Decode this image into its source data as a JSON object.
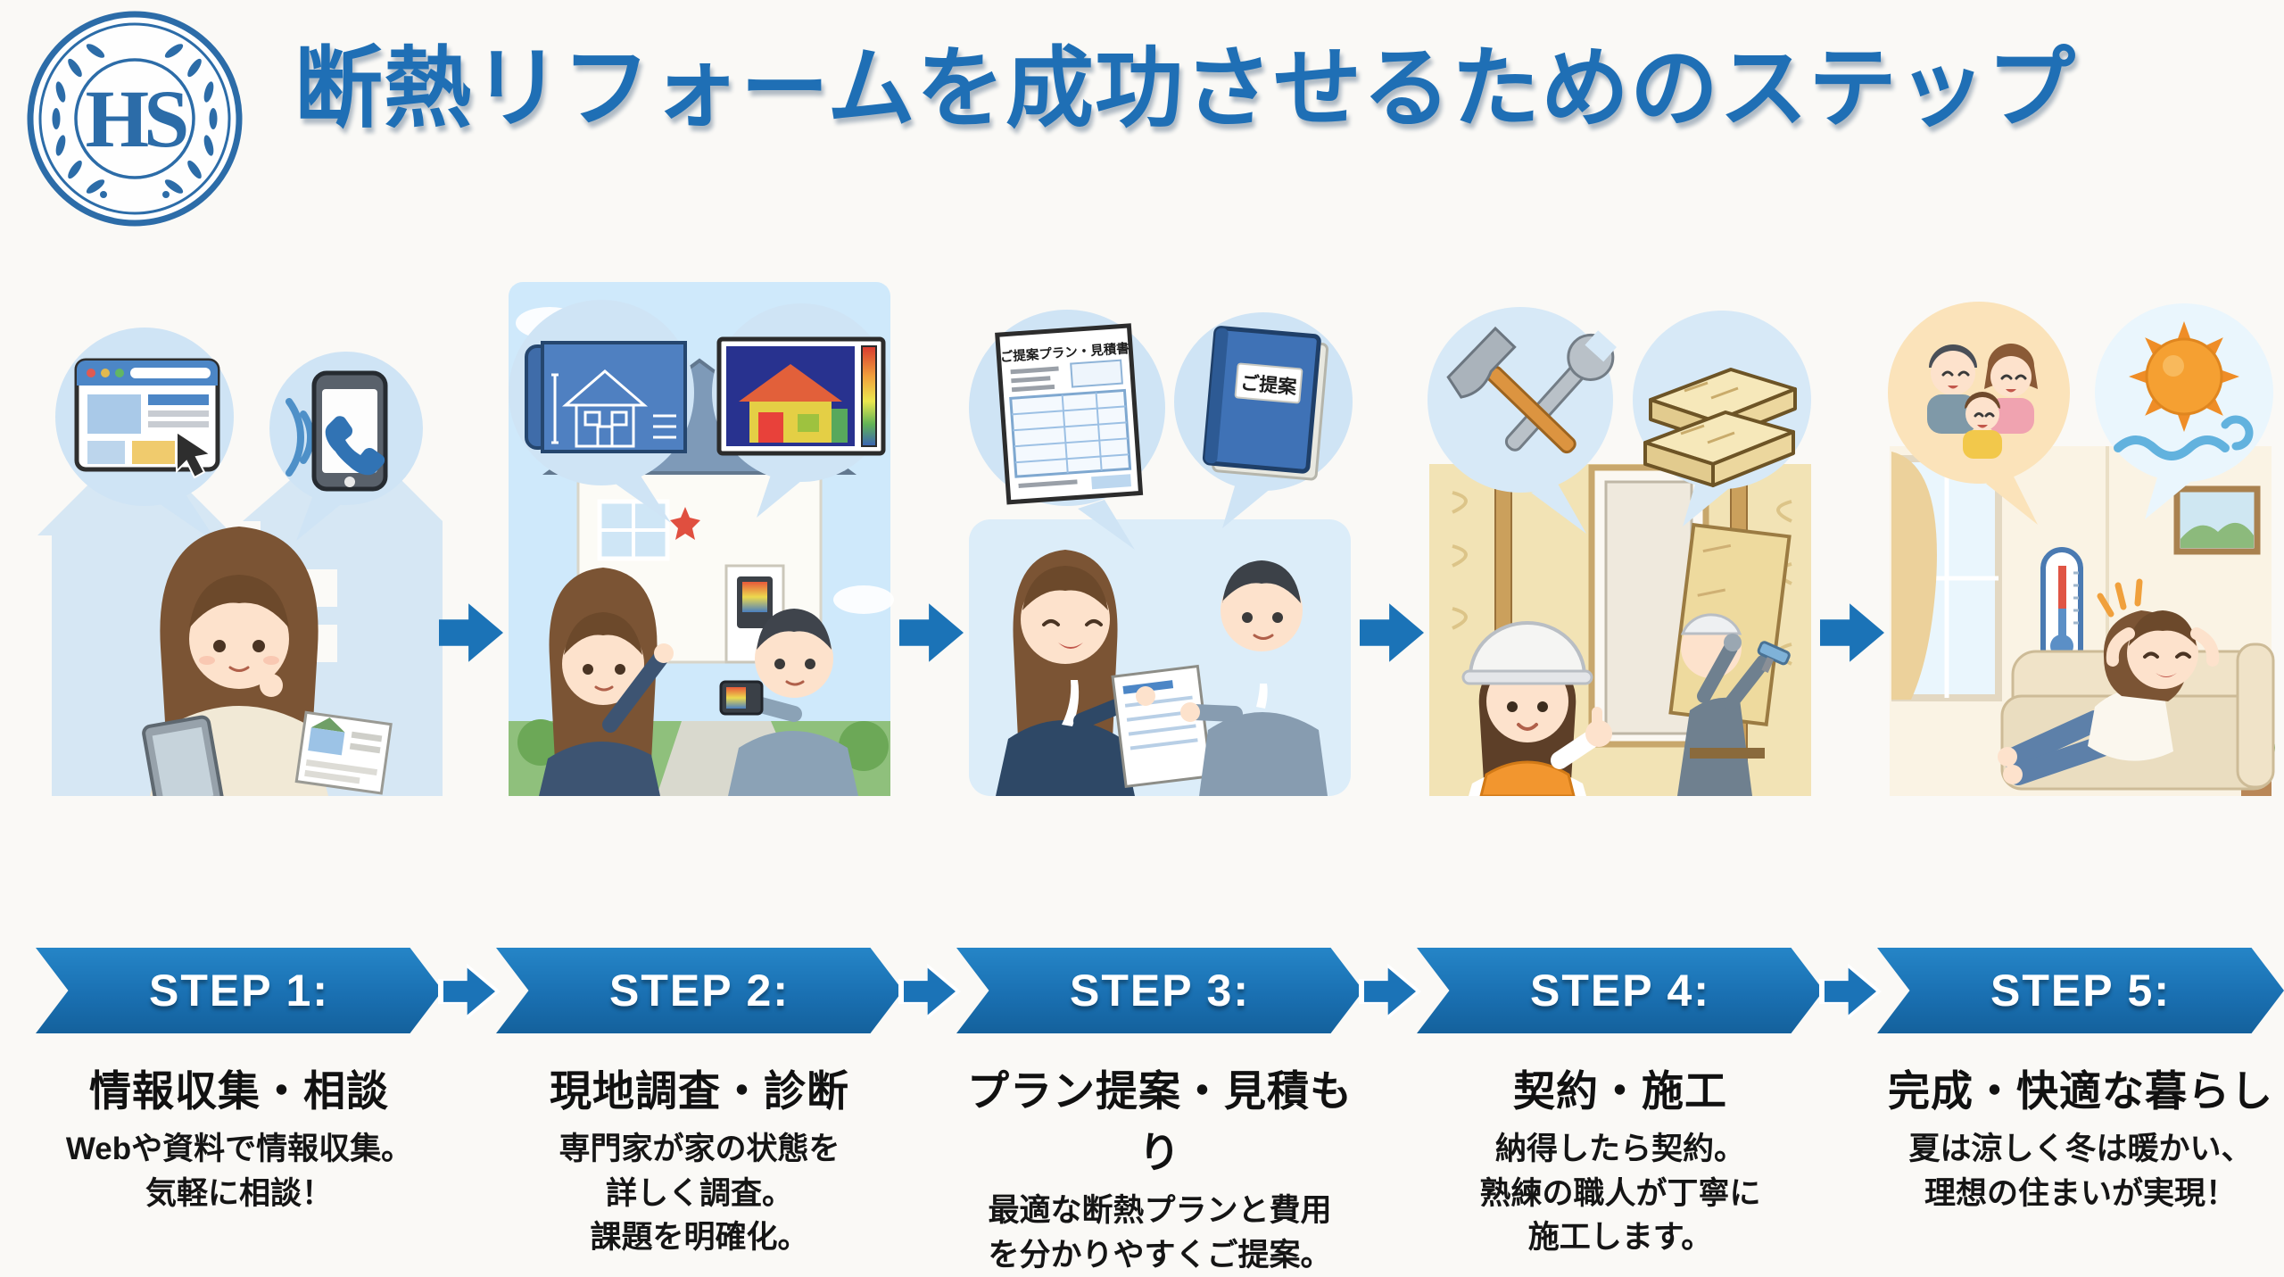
{
  "header": {
    "logo_text": "HS",
    "title": "断熱リフォームを成功させるためのステップ"
  },
  "steps": [
    {
      "banner_label": "STEP 1:",
      "title": "情報収集・相談",
      "description": "Webや資料で情報収集。\n気軽に相談！",
      "bubble_icons": [
        "browser-window",
        "phone-call"
      ]
    },
    {
      "banner_label": "STEP 2:",
      "title": "現地調査・診断",
      "description": "専門家が家の状態を\n詳しく調査。\n課題を明確化。",
      "bubble_icons": [
        "blueprint",
        "thermal-image"
      ]
    },
    {
      "banner_label": "STEP 3:",
      "title": "プラン提案・見積もり",
      "description": "最適な断熱プランと費用\nを分かりやすくご提案。",
      "bubble_icons": [
        "estimate-document",
        "proposal-book"
      ],
      "doc_label": "ご提案プラン・見積書",
      "book_label": "ご提案"
    },
    {
      "banner_label": "STEP 4:",
      "title": "契約・施工",
      "description": "納得したら契約。\n熟練の職人が丁寧に\n施工します。",
      "bubble_icons": [
        "hammer-wrench",
        "insulation-boards"
      ]
    },
    {
      "banner_label": "STEP 5:",
      "title": "完成・快適な暮らし",
      "description": "夏は涼しく冬は暖かい、\n理想の住まいが実現！",
      "bubble_icons": [
        "happy-family",
        "sun-breeze"
      ]
    }
  ],
  "colors": {
    "accent_blue": "#1f6fb5",
    "banner_blue": "#1a70b2",
    "bubble_blue": "#cfe4f5",
    "title_text": "#111111",
    "body_text": "#151515"
  }
}
